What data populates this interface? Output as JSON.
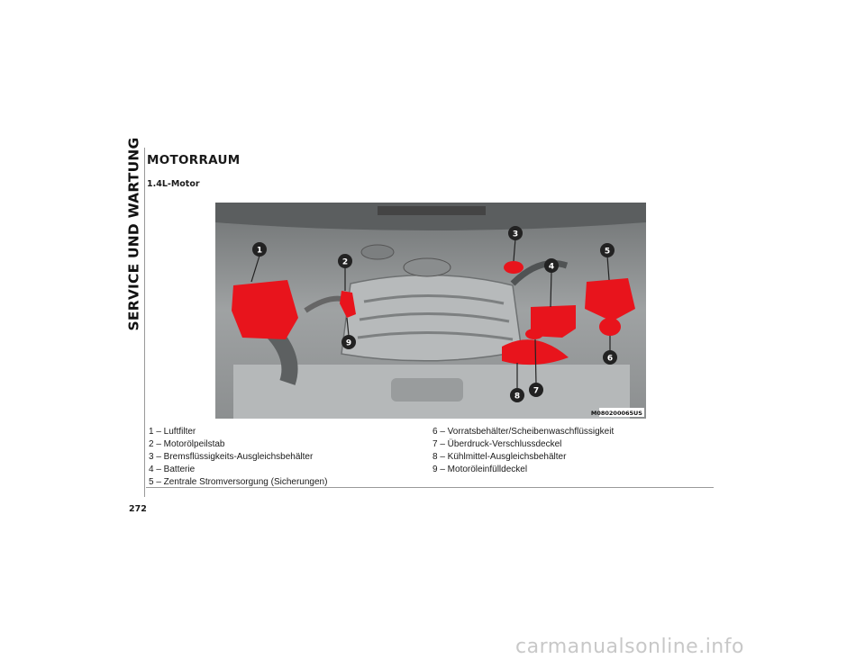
{
  "section_side_title": "SERVICE UND WARTUNG",
  "heading": "MOTORRAUM",
  "subheading": "1.4L-Motor",
  "figure": {
    "image_code": "M080200065US",
    "callouts": [
      "1",
      "2",
      "3",
      "4",
      "5",
      "6",
      "7",
      "8",
      "9"
    ]
  },
  "legend_left": [
    "1 – Luftfilter",
    "2 – Motorölpeilstab",
    "3 – Bremsflüssigkeits-Ausgleichsbehälter",
    "4 – Batterie",
    "5 – Zentrale Stromversorgung (Sicherungen)"
  ],
  "legend_right": [
    "6 – Vorratsbehälter/Scheibenwaschflüssigkeit",
    "7 – Überdruck-Verschlussdeckel",
    "8 – Kühlmittel-Ausgleichsbehälter",
    "9 – Motoröleinfülldeckel"
  ],
  "page_number": "272",
  "watermark": "carmanualsonline.info",
  "colors": {
    "highlight": "#e8141c",
    "engine_gray": "#9a9c9d"
  }
}
